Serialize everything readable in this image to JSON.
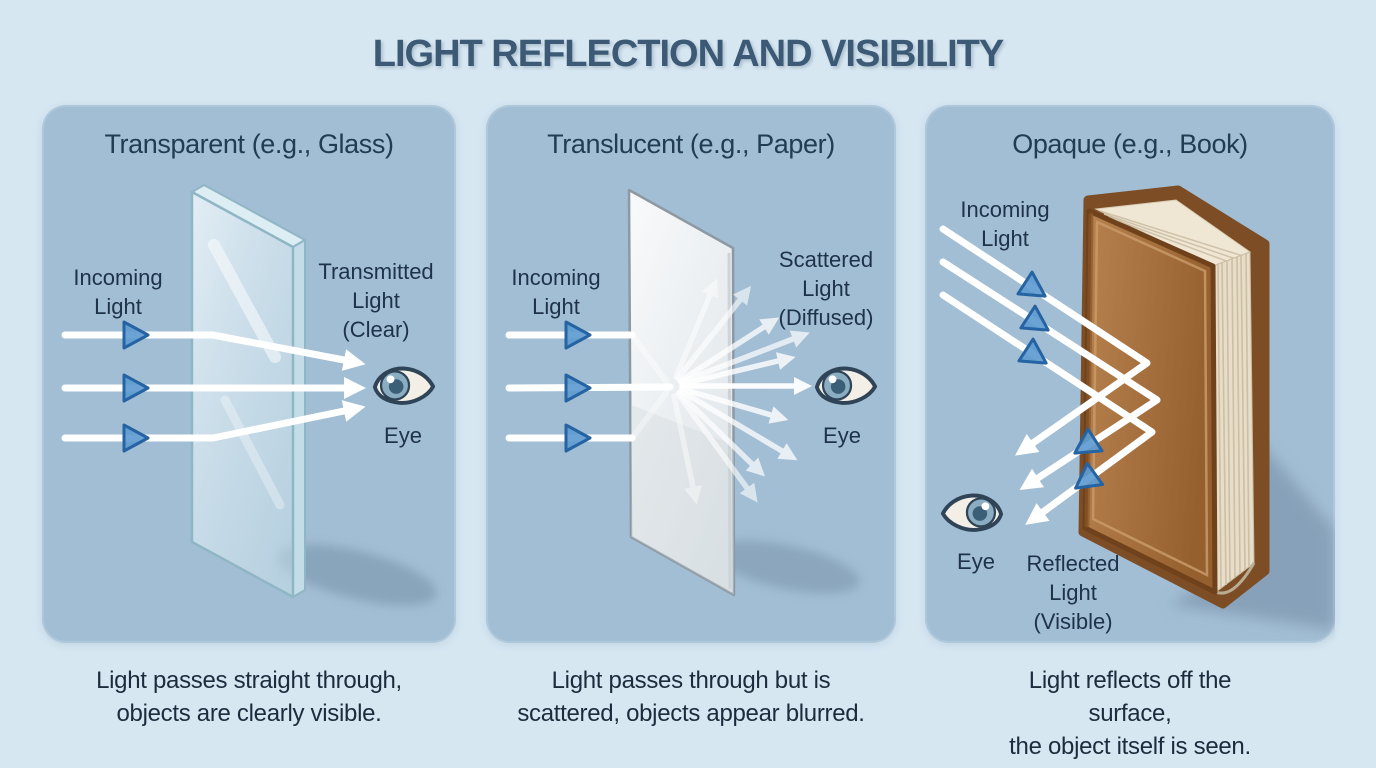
{
  "title": "LIGHT REFLECTION AND VISIBILITY",
  "panels": [
    {
      "title": "Transparent (e.g., Glass)",
      "incoming_label": "Incoming\nLight",
      "result_label": "Transmitted\nLight\n(Clear)",
      "eye_label": "Eye",
      "caption": "Light passes straight through,\nobjects are clearly visible."
    },
    {
      "title": "Translucent (e.g., Paper)",
      "incoming_label": "Incoming\nLight",
      "result_label": "Scattered\nLight\n(Diffused)",
      "eye_label": "Eye",
      "caption": "Light passes through but is\nscattered, objects appear blurred."
    },
    {
      "title": "Opaque (e.g., Book)",
      "incoming_label": "Incoming\nLight",
      "result_label": "Reflected\nLight\n(Visible)",
      "eye_label": "Eye",
      "caption": "Light reflects off the surface,\nthe object itself is seen."
    }
  ],
  "colors": {
    "page_bg": "#d6e7f2",
    "panel_bg": "#a2bed4",
    "title_text": "#3c5a75",
    "panel_title_text": "#223c52",
    "label_text": "#1e3248",
    "caption_text": "#1d2c3c",
    "arrow_white": "#ffffff",
    "arrowhead_blue_fill": "#5e9bd0",
    "arrowhead_blue_stroke": "#2563a3",
    "glass_tint": "#dcedf3",
    "paper_color": "#eef1f3",
    "book_cover": "#a9713f",
    "book_pages": "#e7ddc8",
    "eye_outline": "#2f4457",
    "eye_iris": "#7ba2b8"
  }
}
